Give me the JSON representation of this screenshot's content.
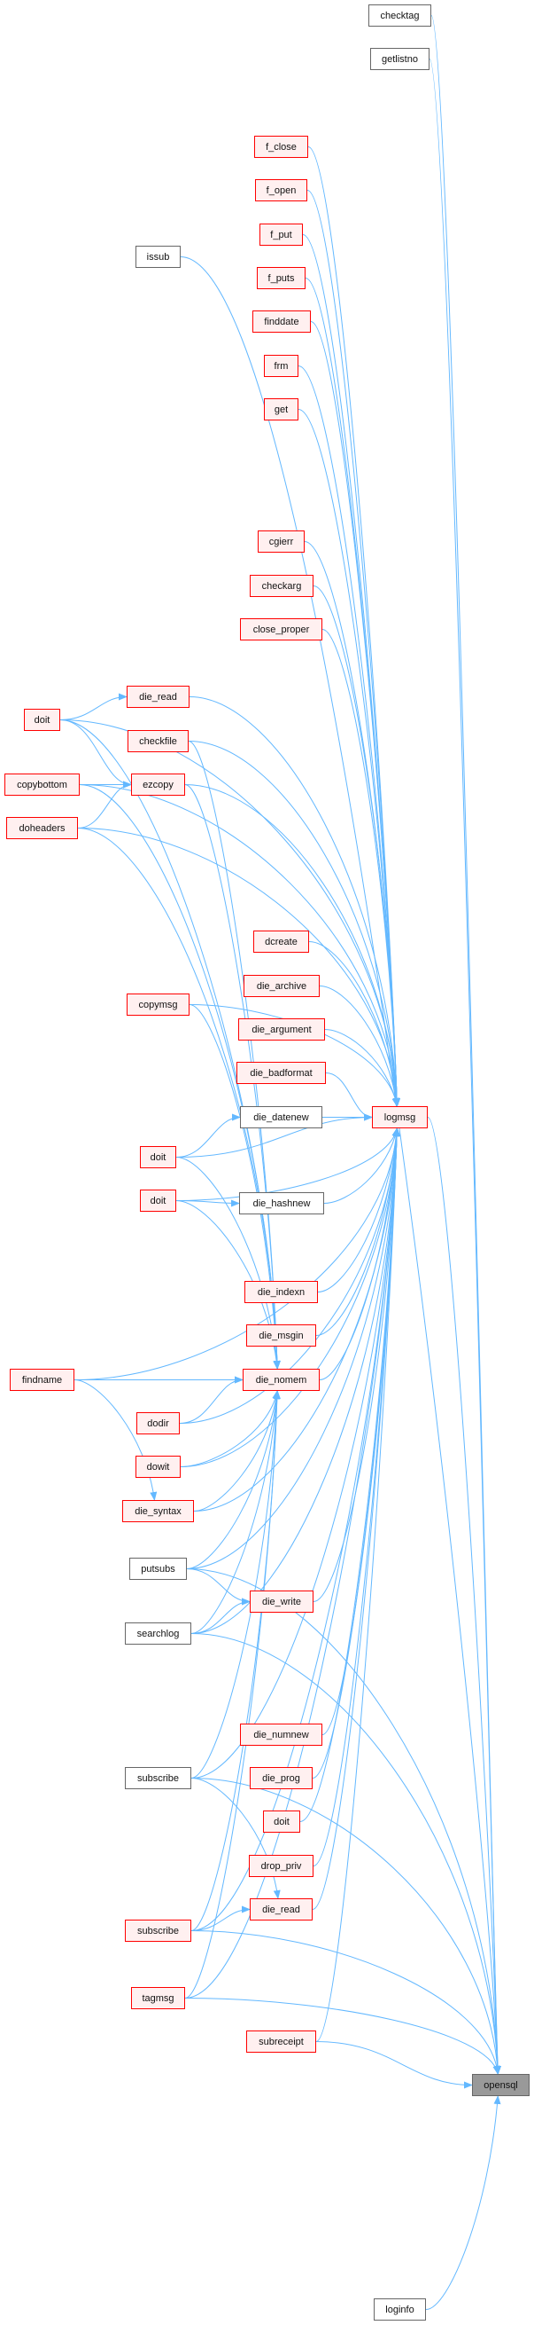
{
  "nodes": {
    "checktag": "checktag",
    "getlistno": "getlistno",
    "issub": "issub",
    "f_close": "f_close",
    "f_open": "f_open",
    "f_put": "f_put",
    "f_puts": "f_puts",
    "finddate": "finddate",
    "frm": "frm",
    "get": "get",
    "cgierr": "cgierr",
    "checkarg": "checkarg",
    "close_proper": "close_proper",
    "die_read1": "die_read",
    "doit1": "doit",
    "checkfile": "checkfile",
    "copybottom": "copybottom",
    "ezcopy": "ezcopy",
    "doheaders": "doheaders",
    "dcreate": "dcreate",
    "die_archive": "die_archive",
    "copymsg": "copymsg",
    "die_argument": "die_argument",
    "die_badformat": "die_badformat",
    "die_datenew": "die_datenew",
    "logmsg": "logmsg",
    "doit2": "doit",
    "doit3": "doit",
    "die_hashnew": "die_hashnew",
    "die_indexn": "die_indexn",
    "die_msgin": "die_msgin",
    "die_nomem": "die_nomem",
    "findname": "findname",
    "dodir": "dodir",
    "dowit": "dowit",
    "die_syntax": "die_syntax",
    "putsubs": "putsubs",
    "die_write": "die_write",
    "searchlog": "searchlog",
    "die_numnew": "die_numnew",
    "subscribe1": "subscribe",
    "die_prog": "die_prog",
    "doit4": "doit",
    "drop_priv": "drop_priv",
    "die_read2": "die_read",
    "subscribe2": "subscribe",
    "tagmsg": "tagmsg",
    "subreceipt": "subreceipt",
    "opensql": "opensql",
    "loginfo": "loginfo"
  },
  "current_node": "opensql",
  "edge_color": "#63b8ff",
  "edges": [
    [
      "checktag",
      "opensql"
    ],
    [
      "getlistno",
      "opensql"
    ],
    [
      "issub",
      "opensql"
    ],
    [
      "logmsg",
      "opensql"
    ],
    [
      "subreceipt",
      "opensql"
    ],
    [
      "tagmsg",
      "opensql"
    ],
    [
      "loginfo",
      "opensql"
    ],
    [
      "subscribe2",
      "opensql"
    ],
    [
      "subscribe1",
      "opensql"
    ],
    [
      "searchlog",
      "opensql"
    ],
    [
      "putsubs",
      "opensql"
    ],
    [
      "f_close",
      "logmsg"
    ],
    [
      "f_open",
      "logmsg"
    ],
    [
      "f_put",
      "logmsg"
    ],
    [
      "f_puts",
      "logmsg"
    ],
    [
      "finddate",
      "logmsg"
    ],
    [
      "frm",
      "logmsg"
    ],
    [
      "get",
      "logmsg"
    ],
    [
      "cgierr",
      "logmsg"
    ],
    [
      "checkarg",
      "logmsg"
    ],
    [
      "close_proper",
      "logmsg"
    ],
    [
      "die_read1",
      "logmsg"
    ],
    [
      "doit1",
      "logmsg"
    ],
    [
      "checkfile",
      "logmsg"
    ],
    [
      "copybottom",
      "logmsg"
    ],
    [
      "ezcopy",
      "logmsg"
    ],
    [
      "doheaders",
      "logmsg"
    ],
    [
      "copymsg",
      "logmsg"
    ],
    [
      "dcreate",
      "logmsg"
    ],
    [
      "die_archive",
      "logmsg"
    ],
    [
      "die_argument",
      "logmsg"
    ],
    [
      "die_badformat",
      "logmsg"
    ],
    [
      "die_datenew",
      "logmsg"
    ],
    [
      "doit2",
      "logmsg"
    ],
    [
      "doit3",
      "logmsg"
    ],
    [
      "die_hashnew",
      "logmsg"
    ],
    [
      "die_indexn",
      "logmsg"
    ],
    [
      "die_msgin",
      "logmsg"
    ],
    [
      "die_nomem",
      "logmsg"
    ],
    [
      "findname",
      "logmsg"
    ],
    [
      "dodir",
      "logmsg"
    ],
    [
      "dowit",
      "logmsg"
    ],
    [
      "die_syntax",
      "logmsg"
    ],
    [
      "putsubs",
      "logmsg"
    ],
    [
      "die_write",
      "logmsg"
    ],
    [
      "searchlog",
      "logmsg"
    ],
    [
      "die_numnew",
      "logmsg"
    ],
    [
      "subscribe1",
      "logmsg"
    ],
    [
      "die_prog",
      "logmsg"
    ],
    [
      "doit4",
      "logmsg"
    ],
    [
      "drop_priv",
      "logmsg"
    ],
    [
      "die_read2",
      "logmsg"
    ],
    [
      "subscribe2",
      "logmsg"
    ],
    [
      "tagmsg",
      "logmsg"
    ],
    [
      "subreceipt",
      "logmsg"
    ],
    [
      "doit1",
      "die_nomem"
    ],
    [
      "copybottom",
      "die_nomem"
    ],
    [
      "doheaders",
      "die_nomem"
    ],
    [
      "checkfile",
      "die_nomem"
    ],
    [
      "ezcopy",
      "die_nomem"
    ],
    [
      "copymsg",
      "die_nomem"
    ],
    [
      "doit2",
      "die_nomem"
    ],
    [
      "doit3",
      "die_nomem"
    ],
    [
      "findname",
      "die_nomem"
    ],
    [
      "dodir",
      "die_nomem"
    ],
    [
      "dowit",
      "die_nomem"
    ],
    [
      "die_syntax",
      "die_nomem"
    ],
    [
      "putsubs",
      "die_nomem"
    ],
    [
      "searchlog",
      "die_nomem"
    ],
    [
      "subscribe1",
      "die_nomem"
    ],
    [
      "subscribe2",
      "die_nomem"
    ],
    [
      "tagmsg",
      "die_nomem"
    ],
    [
      "doit1",
      "die_read1"
    ],
    [
      "doit1",
      "ezcopy"
    ],
    [
      "copybottom",
      "ezcopy"
    ],
    [
      "doheaders",
      "ezcopy"
    ],
    [
      "doit2",
      "die_datenew"
    ],
    [
      "doit3",
      "die_hashnew"
    ],
    [
      "findname",
      "die_syntax"
    ],
    [
      "putsubs",
      "die_write"
    ],
    [
      "searchlog",
      "die_write"
    ],
    [
      "subscribe1",
      "die_read2"
    ],
    [
      "subscribe2",
      "die_read2"
    ]
  ]
}
